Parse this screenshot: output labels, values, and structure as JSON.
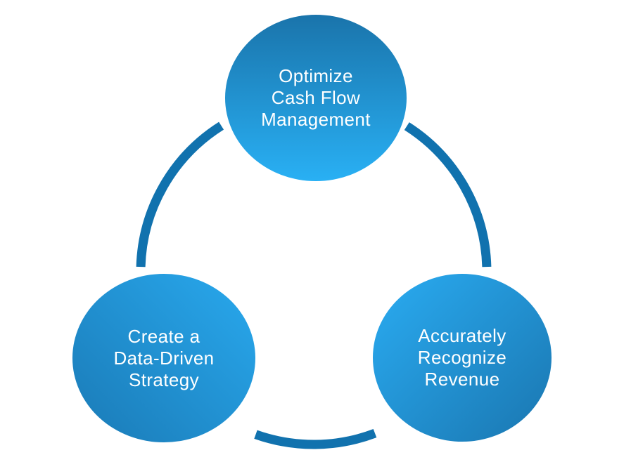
{
  "diagram": {
    "background_color": "#ffffff",
    "text_color": "#ffffff",
    "connector": {
      "color": "#1172ae",
      "style": "circular-arc-segments",
      "segments": [
        "left",
        "right",
        "bottom"
      ]
    },
    "nodes": [
      {
        "id": "optimize-cash-flow-management",
        "label": "Optimize\nCash Flow\nManagement",
        "position": "top",
        "gradient": {
          "from": "#1a74ab",
          "to": "#29b0f4",
          "angle": 180
        }
      },
      {
        "id": "create-data-driven-strategy",
        "label": "Create a\nData-Driven\nStrategy",
        "position": "bottom-left",
        "gradient": {
          "from": "#1a7ab6",
          "to": "#29a9ee",
          "angle": 45
        }
      },
      {
        "id": "accurately-recognize-revenue",
        "label": "Accurately\nRecognize\nRevenue",
        "position": "bottom-right",
        "gradient": {
          "from": "#2aacf2",
          "to": "#1a76b0",
          "angle": 135
        }
      }
    ]
  }
}
